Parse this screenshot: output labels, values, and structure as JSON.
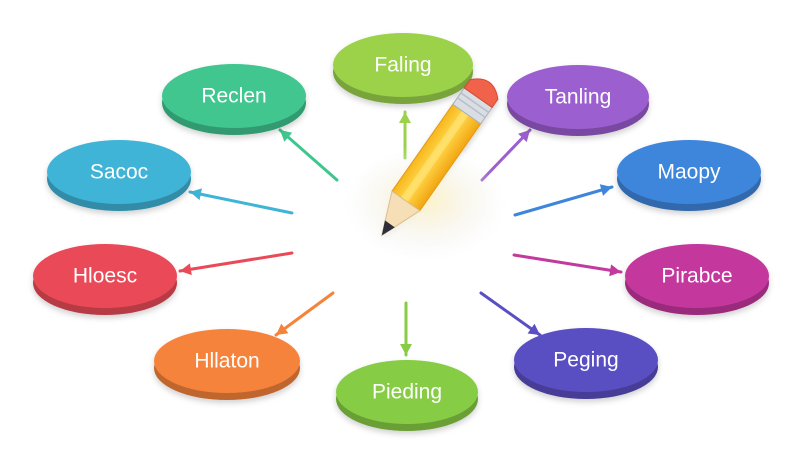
{
  "nodes": [
    {
      "id": "top",
      "label": "Faling",
      "color": "#9bd24a"
    },
    {
      "id": "upper-left",
      "label": "Reclen",
      "color": "#3fc68e"
    },
    {
      "id": "upper-right",
      "label": "Tanling",
      "color": "#9b5fd0"
    },
    {
      "id": "mid-left",
      "label": "Sacoc",
      "color": "#3fb4d6"
    },
    {
      "id": "mid-right",
      "label": "Maopy",
      "color": "#3d86dc"
    },
    {
      "id": "left",
      "label": "Hloesc",
      "color": "#ea4a58"
    },
    {
      "id": "right",
      "label": "Pirabce",
      "color": "#c4399e"
    },
    {
      "id": "lower-left",
      "label": "Hllaton",
      "color": "#f5833a"
    },
    {
      "id": "lower-right",
      "label": "Peging",
      "color": "#5a4fc2"
    },
    {
      "id": "bottom",
      "label": "Pieding",
      "color": "#86cc45"
    }
  ],
  "center_icon": "pencil-icon"
}
